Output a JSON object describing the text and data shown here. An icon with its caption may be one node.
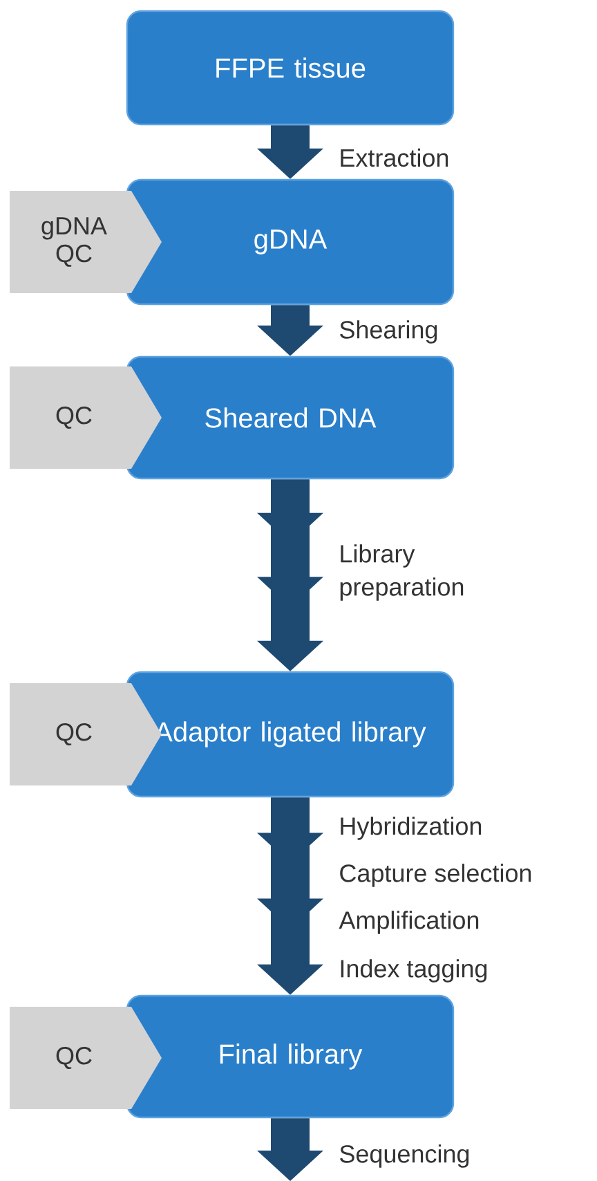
{
  "diagram": {
    "nodes": [
      {
        "text": [
          "FFPE tissue"
        ]
      },
      {
        "text": [
          "gDNA QC"
        ]
      },
      {
        "text": [
          "gDNA"
        ]
      },
      {
        "text": [
          "QC"
        ]
      },
      {
        "text": [
          "Sheared DNA"
        ]
      },
      {
        "text": [
          "QC"
        ]
      },
      {
        "text": [
          "Adaptor ligated library"
        ]
      },
      {
        "text": [
          "QC"
        ]
      },
      {
        "text": [
          "Final library"
        ]
      }
    ],
    "edges": [
      {
        "from": 0,
        "to": 2,
        "arrow": "to",
        "label": "Extraction"
      },
      {
        "from": 2,
        "to": 4,
        "arrow": "to",
        "label": "Shearing"
      },
      {
        "from": 4,
        "to": 6,
        "arrow": "to",
        "label": "Library preparation"
      },
      {
        "from": 6,
        "to": 8,
        "arrow": "to"
      },
      {
        "from": 8,
        "to": null,
        "arrow": "to",
        "label": "Sequencing"
      }
    ],
    "labels": [
      "Hybridization",
      "Capture selection",
      "Amplification",
      "Index tagging"
    ]
  }
}
